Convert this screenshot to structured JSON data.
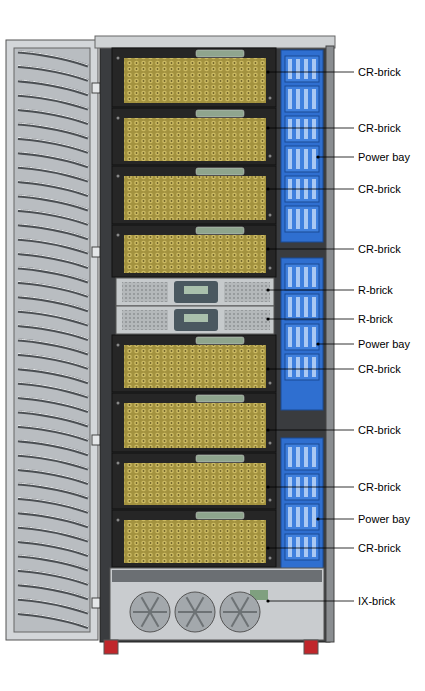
{
  "diagram": {
    "labels": [
      "CR-brick",
      "CR-brick",
      "Power bay",
      "CR-brick",
      "CR-brick",
      "R-brick",
      "R-brick",
      "Power bay",
      "CR-brick",
      "CR-brick",
      "CR-brick",
      "Power bay",
      "CR-brick",
      "IX-brick"
    ]
  }
}
